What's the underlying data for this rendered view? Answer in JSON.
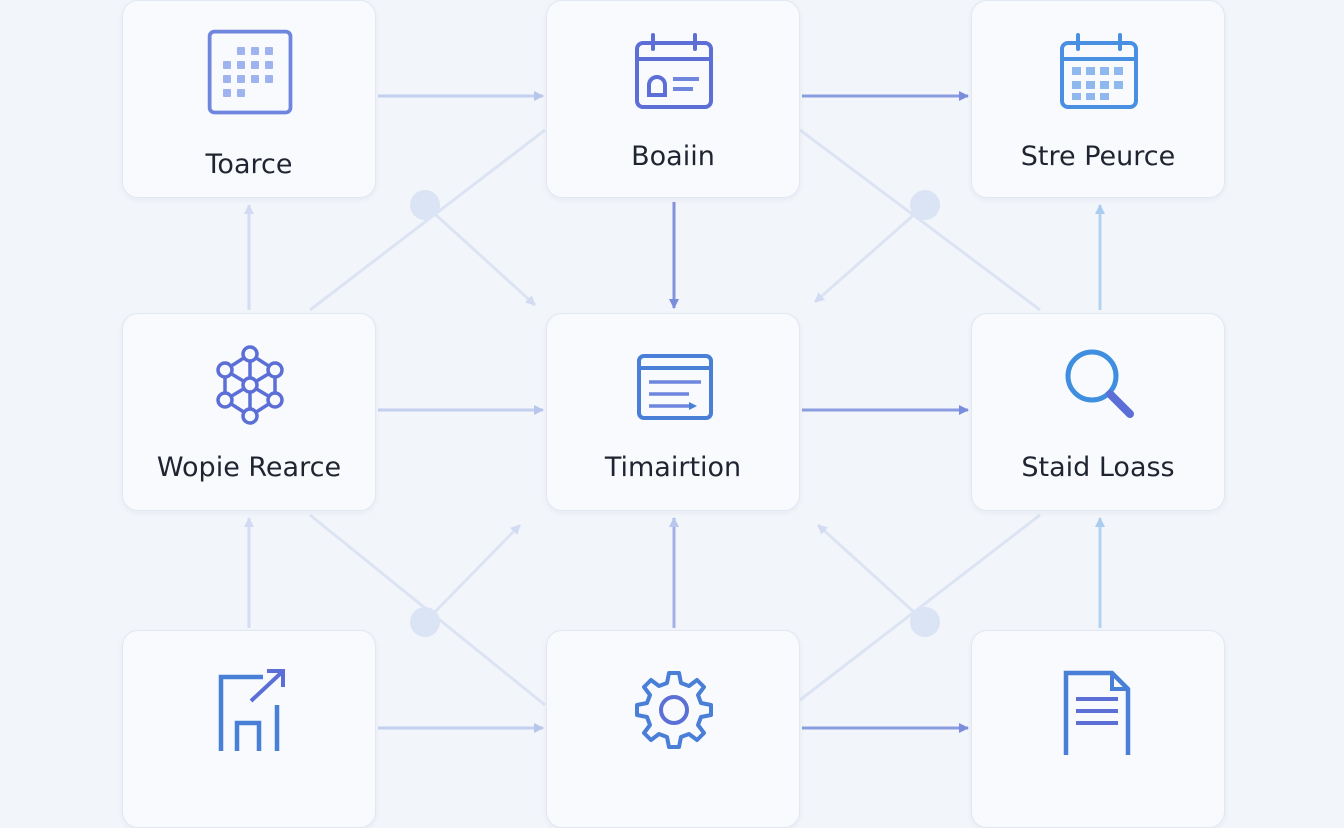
{
  "diagram": {
    "nodes": [
      {
        "id": "n1",
        "label": "Toarce",
        "icon": "grid-icon"
      },
      {
        "id": "n2",
        "label": "Boaiin",
        "icon": "calendar-card-icon"
      },
      {
        "id": "n3",
        "label": "Stre Peurce",
        "icon": "calendar-icon"
      },
      {
        "id": "n4",
        "label": "Wopie Rearce",
        "icon": "network-icon"
      },
      {
        "id": "n5",
        "label": "Timairtion",
        "icon": "document-icon"
      },
      {
        "id": "n6",
        "label": "Staid Loass",
        "icon": "search-icon"
      },
      {
        "id": "n7",
        "label": "",
        "icon": "export-icon"
      },
      {
        "id": "n8",
        "label": "",
        "icon": "gear-icon"
      },
      {
        "id": "n9",
        "label": "",
        "icon": "file-icon"
      }
    ],
    "edges": [
      {
        "from": "n1",
        "to": "n2"
      },
      {
        "from": "n2",
        "to": "n3"
      },
      {
        "from": "n4",
        "to": "n5"
      },
      {
        "from": "n5",
        "to": "n6"
      },
      {
        "from": "n7",
        "to": "n8"
      },
      {
        "from": "n8",
        "to": "n9"
      },
      {
        "from": "n4",
        "to": "n1"
      },
      {
        "from": "n7",
        "to": "n4"
      },
      {
        "from": "n2",
        "to": "n5"
      },
      {
        "from": "n8",
        "to": "n5"
      },
      {
        "from": "n6",
        "to": "n3"
      },
      {
        "from": "n9",
        "to": "n6"
      }
    ],
    "colors": {
      "accent": "#5b6fd6",
      "accent_light": "#7fb3ea",
      "edge_faint": "#c9d4ee",
      "hub": "#dbe4f5"
    }
  }
}
